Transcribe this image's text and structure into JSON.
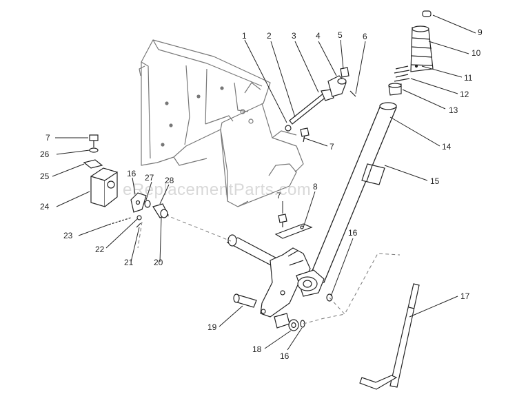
{
  "watermark": "eReplacementParts.com",
  "colors": {
    "ink": "#222222",
    "frame": "#777777",
    "watermark": "#d8d8d8"
  },
  "callouts": [
    {
      "id": "c1",
      "label": "1"
    },
    {
      "id": "c2",
      "label": "2"
    },
    {
      "id": "c3",
      "label": "3"
    },
    {
      "id": "c4",
      "label": "4"
    },
    {
      "id": "c5",
      "label": "5"
    },
    {
      "id": "c6",
      "label": "6"
    },
    {
      "id": "c7a",
      "label": "7"
    },
    {
      "id": "c7b",
      "label": "7"
    },
    {
      "id": "c7c",
      "label": "7"
    },
    {
      "id": "c8",
      "label": "8"
    },
    {
      "id": "c9",
      "label": "9"
    },
    {
      "id": "c10",
      "label": "10"
    },
    {
      "id": "c11",
      "label": "11"
    },
    {
      "id": "c12",
      "label": "12"
    },
    {
      "id": "c13",
      "label": "13"
    },
    {
      "id": "c14",
      "label": "14"
    },
    {
      "id": "c15",
      "label": "15"
    },
    {
      "id": "c16a",
      "label": "16"
    },
    {
      "id": "c16b",
      "label": "16"
    },
    {
      "id": "c16c",
      "label": "16"
    },
    {
      "id": "c17",
      "label": "17"
    },
    {
      "id": "c18",
      "label": "18"
    },
    {
      "id": "c19",
      "label": "19"
    },
    {
      "id": "c20",
      "label": "20"
    },
    {
      "id": "c21",
      "label": "21"
    },
    {
      "id": "c22",
      "label": "22"
    },
    {
      "id": "c23",
      "label": "23"
    },
    {
      "id": "c24",
      "label": "24"
    },
    {
      "id": "c25",
      "label": "25"
    },
    {
      "id": "c26",
      "label": "26"
    },
    {
      "id": "c27",
      "label": "27"
    },
    {
      "id": "c28",
      "label": "28"
    }
  ]
}
